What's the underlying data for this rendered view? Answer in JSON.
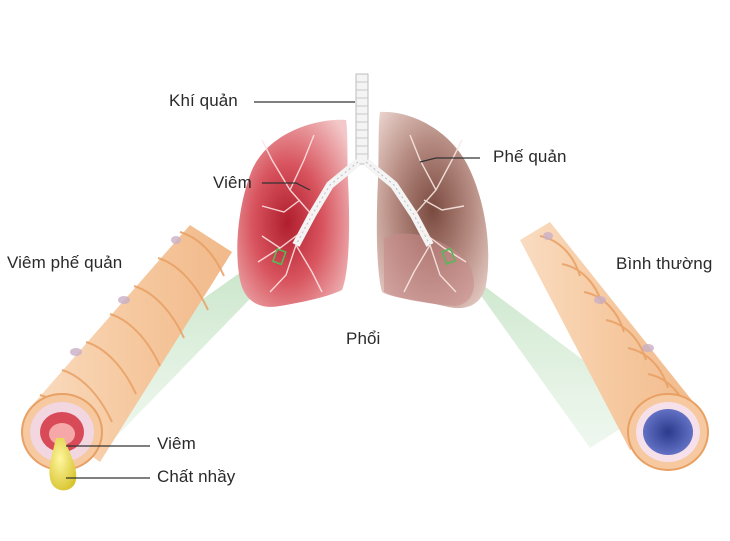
{
  "labels": {
    "trachea": "Khí quản",
    "inflammation_lung": "Viêm",
    "bronchi": "Phế quản",
    "bronchitis": "Viêm phế quản",
    "normal": "Bình thường",
    "lungs": "Phổi",
    "inflammation_tube": "Viêm",
    "mucus": "Chất nhầy"
  },
  "colors": {
    "inflamed_lung": "#c8323c",
    "normal_lung": "#8c5a50",
    "airway_tube": "#f6c9a0",
    "airway_rings": "#e8a064",
    "mucus": "#e6d23c",
    "normal_lumen": "#4a5ab4",
    "magnifier_beam": "#cfe8cf",
    "leader_line": "#333333"
  }
}
